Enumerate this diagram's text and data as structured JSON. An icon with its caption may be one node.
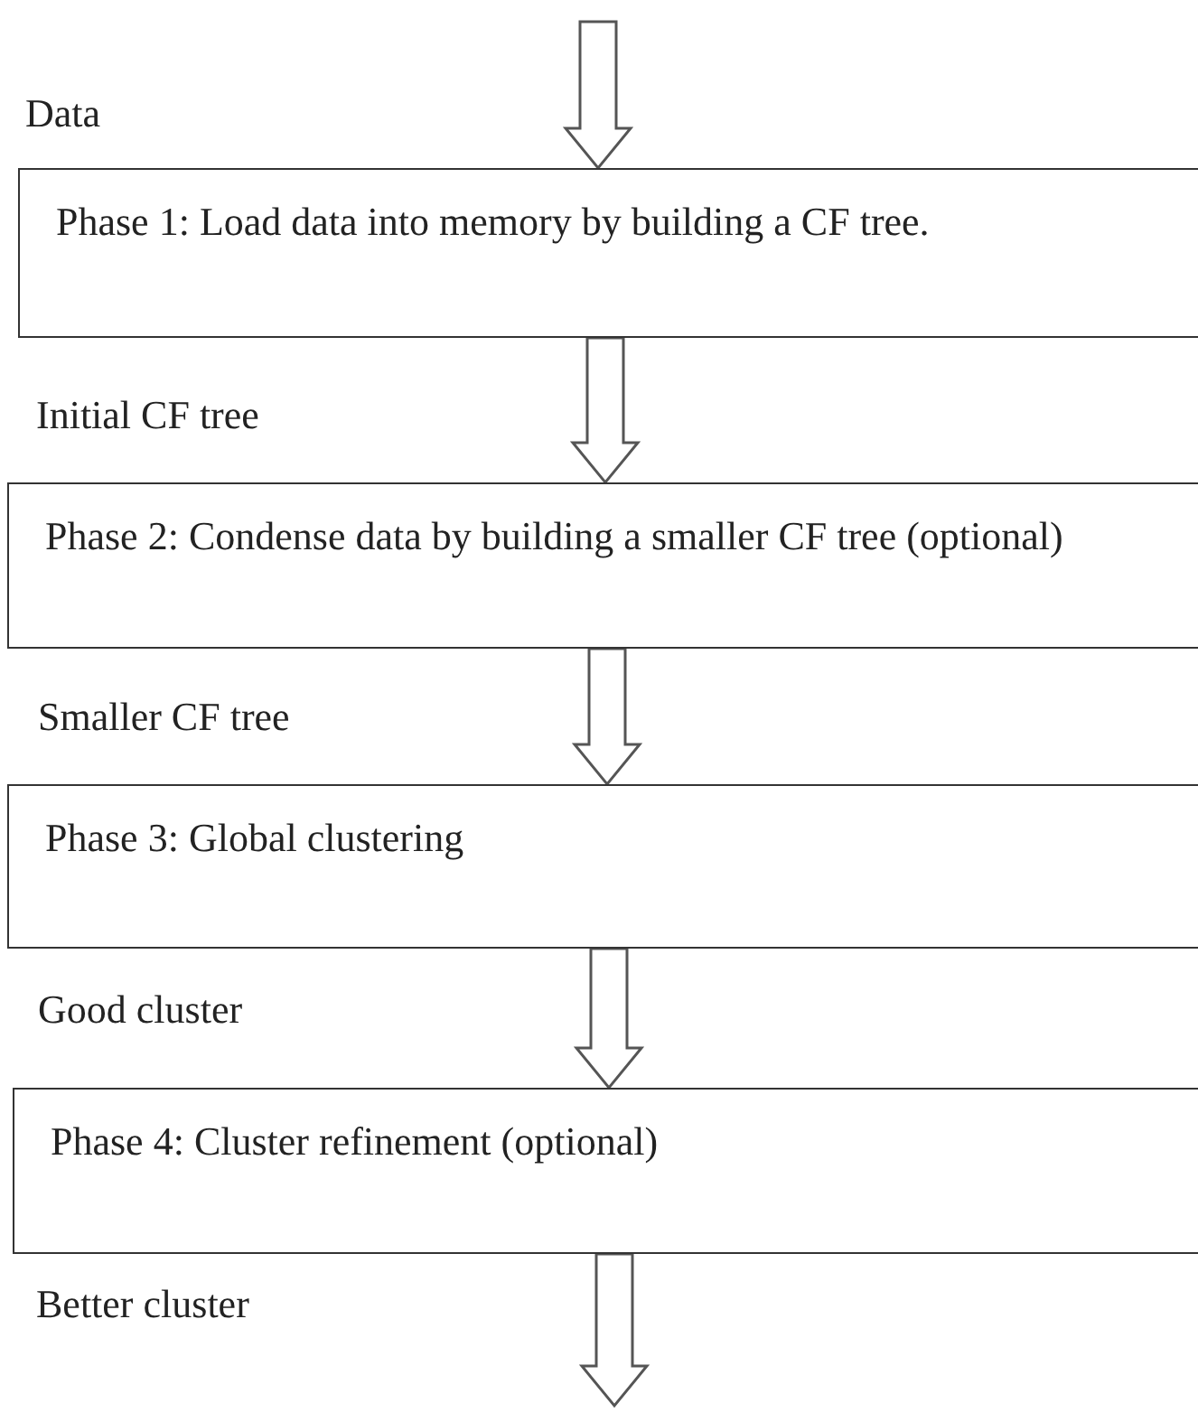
{
  "diagram": {
    "nodes": [
      {
        "text": [
          "Phase 1: Load data into memory by building a CF tree."
        ]
      },
      {
        "text": [
          "Phase 2: Condense data by building a smaller CF tree (optional)"
        ]
      },
      {
        "text": [
          "Phase 3: Global clustering"
        ]
      },
      {
        "text": [
          "Phase 4: Cluster refinement (optional)"
        ]
      }
    ],
    "edges": [
      {
        "from": null,
        "to": 0,
        "arrow": "to"
      },
      {
        "from": 0,
        "to": 1,
        "arrow": "to"
      },
      {
        "from": 1,
        "to": 2,
        "arrow": "to"
      },
      {
        "from": 2,
        "to": 3,
        "arrow": "to"
      },
      {
        "from": 3,
        "to": null,
        "arrow": "to"
      }
    ],
    "labels": [
      "Data",
      "Initial CF tree",
      "Smaller CF tree",
      "Good cluster",
      "Better cluster"
    ]
  }
}
